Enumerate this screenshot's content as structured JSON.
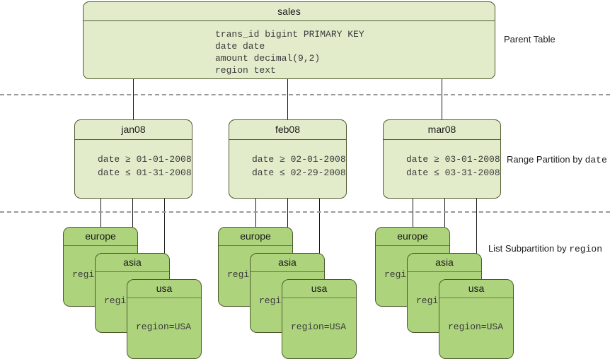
{
  "diagram": {
    "background_color": "#ffffff",
    "parent_fill": "#e2ecca",
    "partition_fill": "#e2ecca",
    "subpartition_fill": "#aed37d",
    "border_color": "#4d5a2e",
    "divider_color": "#9a9a9a",
    "connector_color": "#1a1a1a"
  },
  "parent_table": {
    "name": "sales",
    "columns": "trans_id bigint PRIMARY KEY\ndate date\namount decimal(9,2)\nregion text"
  },
  "bands": [
    {
      "id": "parent",
      "caption_text": "Parent Table",
      "caption_mono": ""
    },
    {
      "id": "range",
      "caption_text": "Range Partition by ",
      "caption_mono": "date"
    },
    {
      "id": "list",
      "caption_text": "List Subpartition by ",
      "caption_mono": "region"
    }
  ],
  "range_partitions": [
    {
      "name": "jan08",
      "constraints": "date ≥ 01-01-2008\ndate ≤ 01-31-2008",
      "subpartitions": [
        {
          "name": "europe",
          "constraint": "region=EUROPE"
        },
        {
          "name": "asia",
          "constraint": "region=ASIA"
        },
        {
          "name": "usa",
          "constraint": "region=USA"
        }
      ]
    },
    {
      "name": "feb08",
      "constraints": "date ≥ 02-01-2008\ndate ≤ 02-29-2008",
      "subpartitions": [
        {
          "name": "europe",
          "constraint": "region=EUROPE"
        },
        {
          "name": "asia",
          "constraint": "region=ASIA"
        },
        {
          "name": "usa",
          "constraint": "region=USA"
        }
      ]
    },
    {
      "name": "mar08",
      "constraints": "date ≥ 03-01-2008\ndate ≤ 03-31-2008",
      "subpartitions": [
        {
          "name": "europe",
          "constraint": "region=EUROPE"
        },
        {
          "name": "asia",
          "constraint": "region=ASIA"
        },
        {
          "name": "usa",
          "constraint": "region=USA"
        }
      ]
    }
  ]
}
